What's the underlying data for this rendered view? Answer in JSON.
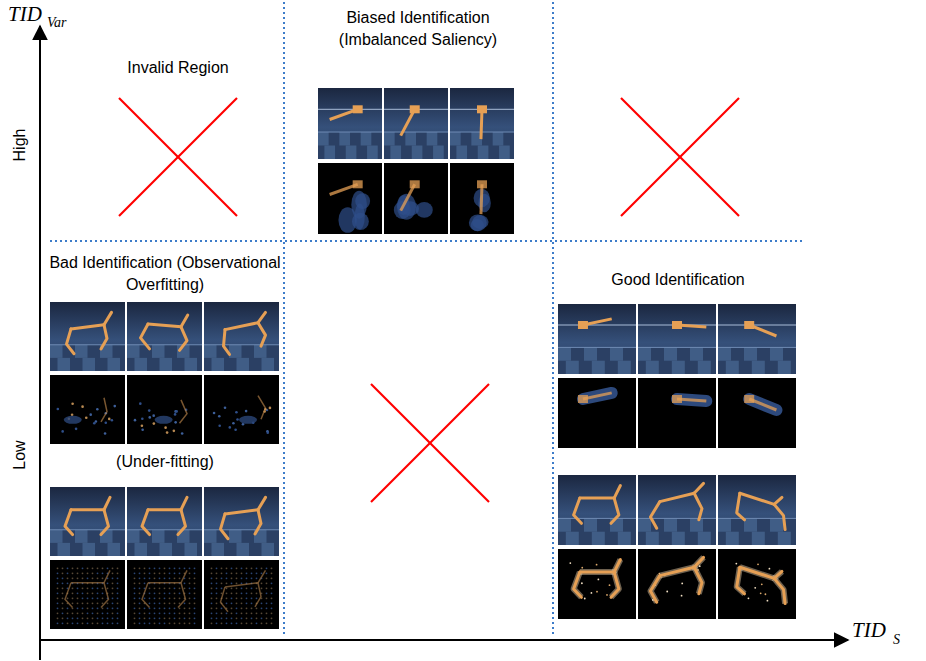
{
  "diagram": {
    "labels": [
      "TID",
      "Var",
      "High",
      "Low",
      "Invalid Region",
      "Biased Identification (Imbalanced Saliency)",
      "Bad Identification (Observational Overfitting)",
      "(Under-fitting)",
      "Good Identification",
      "TID",
      "S"
    ]
  }
}
